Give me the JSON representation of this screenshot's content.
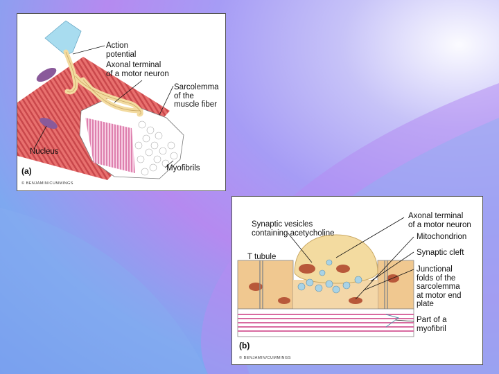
{
  "panel_a": {
    "labels": {
      "action_potential": "Action\npotential",
      "axonal_terminal": "Axonal terminal\nof a motor neuron",
      "sarcolemma": "Sarcolemma\nof the\nmuscle fiber",
      "nucleus": "Nucleus",
      "myofibrils": "Myofibrils"
    },
    "tag": "(a)",
    "copyright": "© BENJAMIN/CUMMINGS"
  },
  "panel_b": {
    "labels": {
      "synaptic_vesicles": "Synaptic vesicles\ncontaining acetycholine",
      "axonal_terminal": "Axonal terminal\nof a motor neuron",
      "mitochondrion": "Mitochondrion",
      "synaptic_cleft": "Synaptic cleft",
      "junctional_folds": "Junctional\nfolds of the\nsarcolemma\nat motor end\nplate",
      "t_tubule": "T tubule",
      "part_of_myofibril": "Part of a\nmyofibril"
    },
    "tag": "(b)",
    "copyright": "© BENJAMIN/CUMMINGS"
  },
  "colors": {
    "muscle": "#e8706e",
    "neuron": "#f3dba0",
    "myofibril_stripe": "#d86aa0",
    "tissue": "#f0c890",
    "vesicle": "#a9d3e6"
  }
}
